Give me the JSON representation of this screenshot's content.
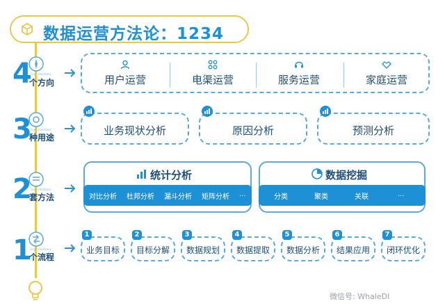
{
  "title": {
    "text": "数据运营方法论：1234",
    "icon": "cube-icon",
    "border_color": "#e8c84a",
    "text_color": "#1e90d6"
  },
  "rows": {
    "directions": {
      "number": "4",
      "label": "个方向",
      "tiny": "Four directions",
      "items": [
        {
          "label": "用户运营",
          "icon": "user-icon"
        },
        {
          "label": "电渠运营",
          "icon": "grid-icon"
        },
        {
          "label": "服务运营",
          "icon": "headset-icon"
        },
        {
          "label": "家庭运营",
          "icon": "handshake-icon"
        }
      ]
    },
    "uses": {
      "number": "3",
      "label": "种用途",
      "tiny": "Four directions",
      "items": [
        {
          "label": "业务现状分析",
          "icon": "chart-person-icon"
        },
        {
          "label": "原因分析",
          "icon": "chart-person-icon"
        },
        {
          "label": "预测分析",
          "icon": "chart-person-icon"
        }
      ]
    },
    "methods": {
      "number": "2",
      "label": "套方法",
      "tiny": "Four directions",
      "panels": [
        {
          "title": "统计分析",
          "icon": "bar-chart-icon",
          "chips": [
            "对比分析",
            "杜邦分析",
            "漏斗分析",
            "矩阵分析",
            "..."
          ]
        },
        {
          "title": "数据挖掘",
          "icon": "pie-chart-icon",
          "chips": [
            "分类",
            "聚类",
            "关联",
            "..."
          ]
        }
      ]
    },
    "process": {
      "number": "1",
      "label": "个流程",
      "tiny": "Four directions",
      "steps": [
        {
          "num": "1",
          "label": "业务目标"
        },
        {
          "num": "2",
          "label": "目标分解"
        },
        {
          "num": "3",
          "label": "数据规划"
        },
        {
          "num": "4",
          "label": "数据提取"
        },
        {
          "num": "5",
          "label": "数据分析"
        },
        {
          "num": "6",
          "label": "结果应用"
        },
        {
          "num": "7",
          "label": "闭环优化"
        }
      ]
    }
  },
  "watermark": "微信号: WhaleDI",
  "colors": {
    "accent": "#1e90d6",
    "dash_border": "#5aa9dc",
    "guide": "#e8c84a",
    "text": "#1f4e79"
  }
}
